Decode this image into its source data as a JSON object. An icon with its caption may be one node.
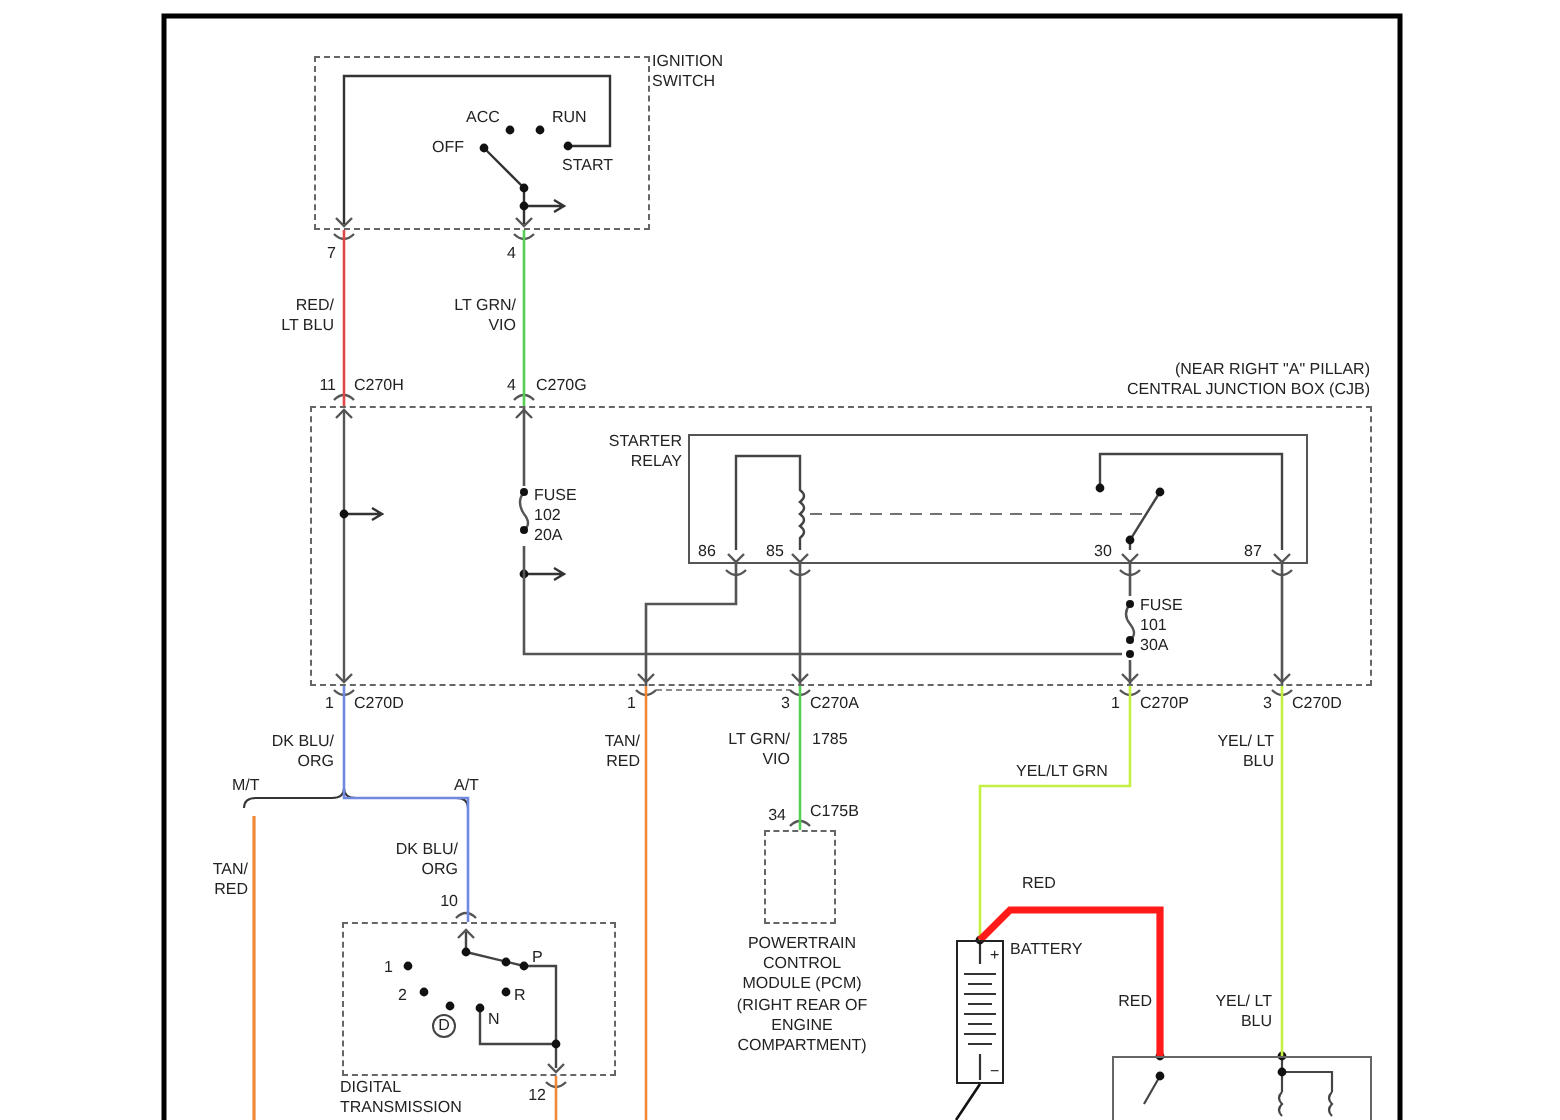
{
  "diagram": {
    "nodes": [
      {
        "text": [
          "IGNITION SWITCH"
        ]
      },
      {
        "text": [
          "(NEAR RIGHT \"A\" PILLAR)",
          "CENTRAL JUNCTION BOX (CJB)"
        ]
      },
      {
        "text": [
          "STARTER RELAY"
        ],
        "in": 1
      },
      {
        "text": [
          "FUSE 102 20A"
        ],
        "in": 1
      },
      {
        "text": [
          "FUSE 101 30A"
        ],
        "in": 1
      },
      {
        "text": [
          "POWERTRAIN CONTROL MODULE (PCM)",
          "(RIGHT REAR OF ENGINE COMPARTMENT)"
        ]
      },
      {
        "text": [
          "DIGITAL TRANSMISSION"
        ]
      },
      {
        "text": [
          "BATTERY"
        ]
      },
      {
        "text": [],
        "shape": "box"
      }
    ],
    "edges": [
      {
        "from": 0,
        "to": 1,
        "label": "RED/ LT BLU",
        "arrow": "none",
        "color": "#e04848"
      },
      {
        "from": 0,
        "to": 1,
        "label": "LT GRN/ VIO",
        "arrow": "none",
        "color": "#55d055"
      },
      {
        "from": 1,
        "to": 3,
        "arrow": "none"
      },
      {
        "from": 3,
        "to": 4,
        "arrow": "none"
      },
      {
        "from": 2,
        "to": 1,
        "arrow": "none"
      },
      {
        "from": 2,
        "to": 1,
        "arrow": "none"
      },
      {
        "from": 2,
        "to": 4,
        "arrow": "none"
      },
      {
        "from": 4,
        "to": 1,
        "arrow": "none"
      },
      {
        "from": 2,
        "to": 1,
        "arrow": "none"
      },
      {
        "from": 1,
        "to": 6,
        "label": "DK BLU/ ORG",
        "arrow": "none",
        "color": "#7088e0"
      },
      {
        "from": 1,
        "to": null,
        "label": "TAN/ RED",
        "arrow": "none",
        "color": "#f08838"
      },
      {
        "from": 1,
        "to": 5,
        "label": "LT GRN/ VIO",
        "arrow": "none",
        "color": "#55d055"
      },
      {
        "from": 1,
        "to": 7,
        "label": "YEL/LT GRN",
        "arrow": "none",
        "color": "#c4f040"
      },
      {
        "from": 1,
        "to": 8,
        "label": "YEL/ LT BLU",
        "arrow": "none",
        "color": "#c4f040"
      },
      {
        "from": 7,
        "to": 8,
        "label": "RED",
        "arrow": "none",
        "style": "thick",
        "color": "#ff1a1a"
      },
      {
        "from": 6,
        "to": null,
        "arrow": "none",
        "color": "#f08838"
      },
      {
        "from": 7,
        "to": null,
        "arrow": "none",
        "color": "#111111"
      }
    ],
    "labels": [
      "ACC",
      "RUN",
      "OFF",
      "START",
      "7",
      "4",
      "11",
      "C270H",
      "4",
      "C270G",
      "86",
      "85",
      "30",
      "87",
      "1",
      "C270D",
      "1",
      "3",
      "C270A",
      "1785",
      "1",
      "C270P",
      "3",
      "C270D",
      "M/T",
      "A/T",
      "TAN/ RED",
      "DK BLU/ ORG",
      "34",
      "C175B",
      "10",
      "1",
      "P",
      "2",
      "R",
      "N",
      "D",
      "12",
      "+",
      "−",
      "RED",
      "YEL/ LT BLU"
    ]
  }
}
